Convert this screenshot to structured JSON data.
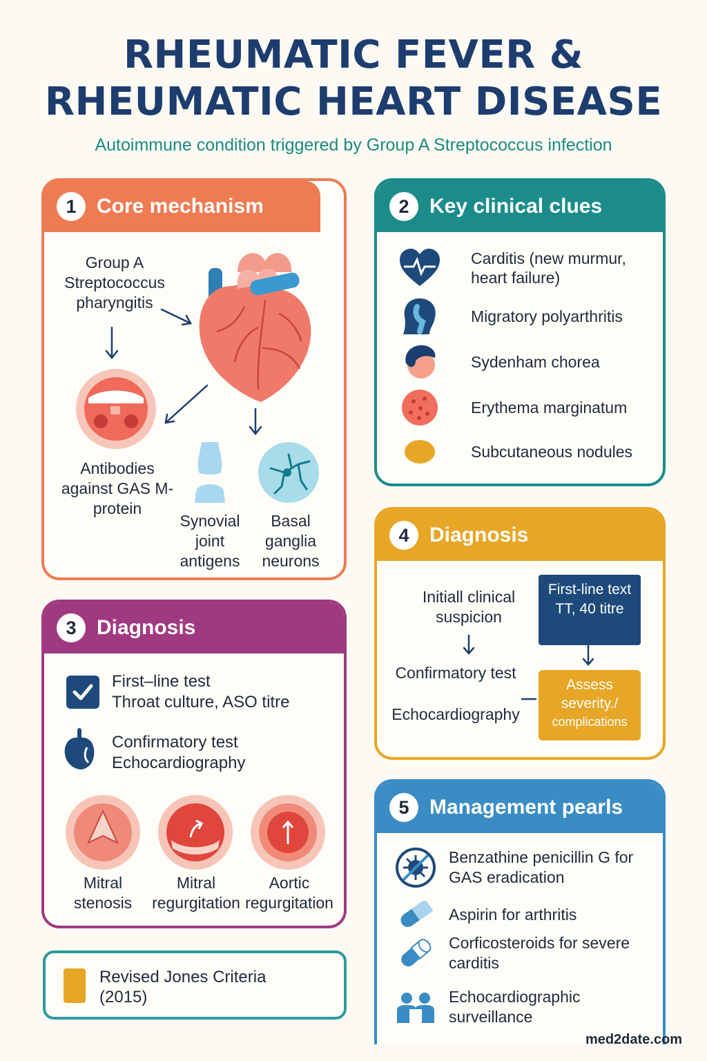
{
  "header": {
    "title_line1": "RHEUMATIC FEVER &",
    "title_line2": "RHEUMATIC HEART DISEASE",
    "subtitle": "Autoimmune condition triggered by Group A Streptococcus infection"
  },
  "colors": {
    "title": "#1d3d6e",
    "subtitle": "#1a8a80",
    "panel1": "#ee7b52",
    "panel2": "#1b8c8a",
    "panel3": "#a03a80",
    "panel4": "#e7a625",
    "panel5": "#3a8cc4"
  },
  "panel1": {
    "number": "1",
    "title": "Core mechanism",
    "infection_label": "Group A Streptococcus pharyngitis",
    "antibodies_label": "Antibodies against GAS M-protein",
    "synovial_label": "Synovial joint antigens",
    "basal_label": "Basal ganglia neurons",
    "icons": [
      "heart-icon",
      "throat-icon",
      "joint-icon",
      "neuron-icon"
    ]
  },
  "panel2": {
    "number": "2",
    "title": "Key clinical clues",
    "items": [
      {
        "label": "Carditis (new murmur, heart failure)",
        "icon": "heart-ecg-icon"
      },
      {
        "label": "Migratory polyarthritis",
        "icon": "joint-head-icon"
      },
      {
        "label": "Sydenham chorea",
        "icon": "face-icon"
      },
      {
        "label": "Erythema marginatum",
        "icon": "rash-icon"
      },
      {
        "label": "Subcutaneous nodules",
        "icon": "nodule-icon"
      }
    ]
  },
  "panel3": {
    "number": "3",
    "title": "Diagnosis",
    "first_line_title": "First–line test",
    "first_line_detail": "Throat culture, ASO titre",
    "confirm_title": "Confirmatory test",
    "confirm_detail": "Echocardiography",
    "valves": [
      {
        "label": "Mitral stenosis"
      },
      {
        "label": "Mitral regurgitation"
      },
      {
        "label": "Aortic regurgitation"
      }
    ]
  },
  "panel4": {
    "number": "4",
    "title": "Diagnosis",
    "initial": "Initiall clinical suspicion",
    "confirmatory_title": "Confirmatory test",
    "confirmatory_detail": "Echocardiography",
    "first_line_box": "First-line text TT, 40 titre",
    "assess_box_main": "Assess severity./",
    "assess_box_sub": "complications"
  },
  "panel5": {
    "number": "5",
    "title": "Management pearls",
    "items": [
      {
        "label": "Benzathine penicillin G for GAS eradication",
        "icon": "bacteria-icon"
      },
      {
        "label": "Aspirin for arthritis",
        "icon": "pill-icon"
      },
      {
        "label": "Corficosteroids for severe carditis",
        "icon": "capsule-icon"
      },
      {
        "label": "Echocardiographic surveillance",
        "icon": "people-icon"
      }
    ]
  },
  "jones": {
    "label": "Revised Jones Criteria (2015)"
  },
  "footer": {
    "site": "med2date.com"
  }
}
